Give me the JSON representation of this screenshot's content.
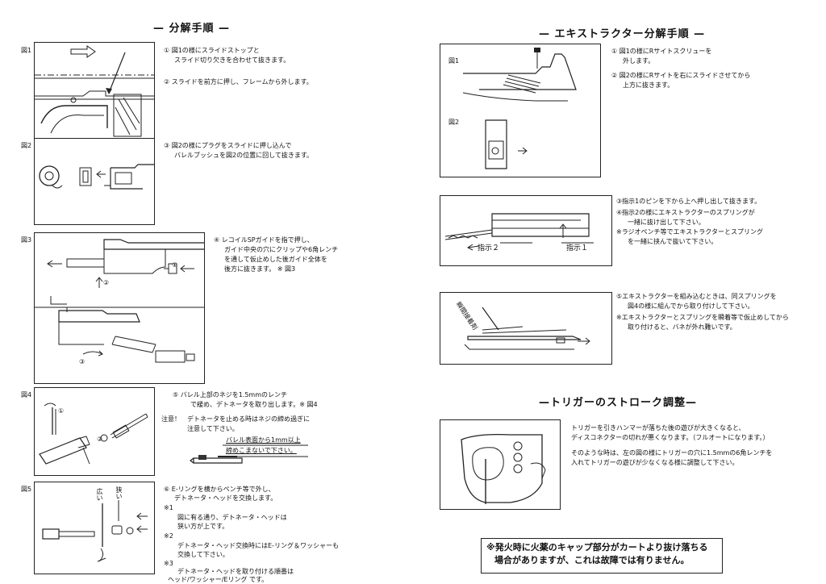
{
  "left_title": "— 分解手順 —",
  "right_title": "— エキストラクター分解手順 —",
  "trigger_title": "—トリガーのストローク調整—",
  "fig_labels": [
    "図1",
    "図2",
    "図3",
    "図4",
    "図5"
  ],
  "step1": [
    "① 図1の様にスライドストップと",
    "スライド切り欠きを合わせて抜きます。",
    "② スライドを前方に押し、フレームから外します。"
  ],
  "step2": [
    "③ 図2の様にプラグをスライドに押し込んで",
    "バレルブッシュを図2の位置に回して抜きます。"
  ],
  "step3": [
    "④ レコイルSPガイドを指で押し、",
    "ガイド中央の穴にクリップや6角レンチ",
    "を通して仮止めした後ガイド全体を",
    "後方に抜きます。 ※ 図3"
  ],
  "fig3_marks": [
    "①",
    "②",
    "③"
  ],
  "step4": [
    "⑤ バレル上部のネジを1.5mmのレンチ",
    "で緩め、デトネータを取り出します。※ 図4"
  ],
  "caution_label": "注意！",
  "caution": [
    "デトネータを止める時はネジの締め過ぎに",
    "注意して下さい。"
  ],
  "barrel_note": [
    "バレル表面から1mm以上",
    "締めこまないで下さい。"
  ],
  "fig4_marks": [
    "①",
    "②"
  ],
  "step5": [
    "⑥ E-リングを横からペンチ等で外し、",
    "デトネータ・ヘッドを交換します。",
    "※1",
    "図に有る通り、デトネータ・ヘッドは",
    "狭い方が上です。",
    "※2",
    "デトネータ・ヘッド交換時にはE-リング＆ワッシャーも",
    "交換して下さい。",
    "※3",
    "デトネータ・ヘッドを取り付ける順番は",
    "ヘッド/ワッシャー/Eリング です。"
  ],
  "fig5_marks": [
    "広い",
    "狭い"
  ],
  "ext_fig_labels": [
    "図1",
    "図2"
  ],
  "ext_step1": [
    "① 図1の様にRサイトスクリューを",
    "外します。",
    "② 図2の様にRサイトを右にスライドさせてから",
    "上方に抜きます。"
  ],
  "ext_step2": [
    "③指示1のピンを下から上へ押し出して抜きます。",
    "④指示2の様にエキストラクターのスプリングが",
    "一緒に抜け出して下さい。",
    "※ラジオペンチ等でエキストラクターとスプリング",
    "を一緒に挟んで抜いて下さい。"
  ],
  "ext_marks": [
    "指示２",
    "指示１"
  ],
  "ext_step3": [
    "⑤エキストラクターを組み込むときは、同スプリングを",
    "図4の様に組んでから取り付けして下さい。",
    "※エキストラクターとスプリングを瞬着等で仮止めしてから",
    "取り付けると、バネが外れ難いです。"
  ],
  "ext_tool_label": "瞬間接着剤",
  "trigger_text": [
    "トリガーを引きハンマーが落ちた後の遊びが大きくなると、",
    "ディスコネクターの切れが悪くなります。（フルオートになります。）",
    "そのような時は、左の図の様にトリガーの穴に1.5mmの6角レンチを",
    "入れてトリガーの遊びが少なくなる様に調整して下さい。"
  ],
  "bottom_note": [
    "※発火時に火薬のキャップ部分がカートより抜け落ちる",
    "場合がありますが、これは故障では有りません。"
  ]
}
